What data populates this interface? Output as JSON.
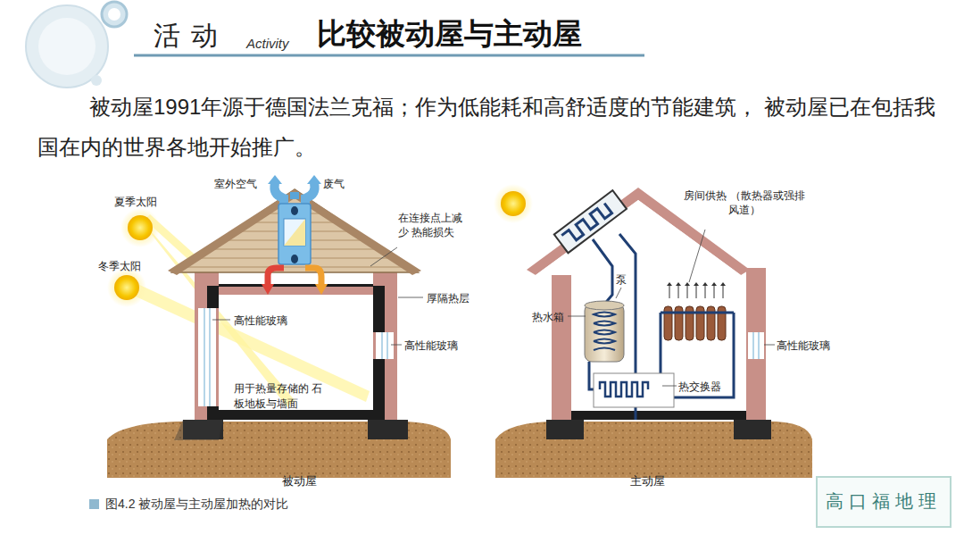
{
  "diagram": {
    "title": "比较被动屋与主动屋",
    "caption": "图4.2 被动屋与主动屋加热的对比",
    "nodes": [
      {
        "text": [
          "被动屋"
        ]
      },
      {
        "text": [
          "主动屋"
        ]
      }
    ],
    "labels": [
      "活 动",
      "Activity",
      "被动屋1991年源于德国法兰克福；作为低能耗和高舒适度的节能建筑， 被动屋已在包括我国在内的世界各地开始推广。",
      "室外空气",
      "废气",
      "夏季太阳",
      "冬季太阳",
      "在连接点上减少 热能损失",
      "厚隔热层",
      "高性能玻璃",
      "高性能玻璃",
      "用于热量存储的 石板地板与墙面",
      "房间供热 （散热器或强排风道）",
      "泵",
      "热水箱",
      "热交换器",
      "高性能玻璃",
      "高口福地理"
    ]
  }
}
